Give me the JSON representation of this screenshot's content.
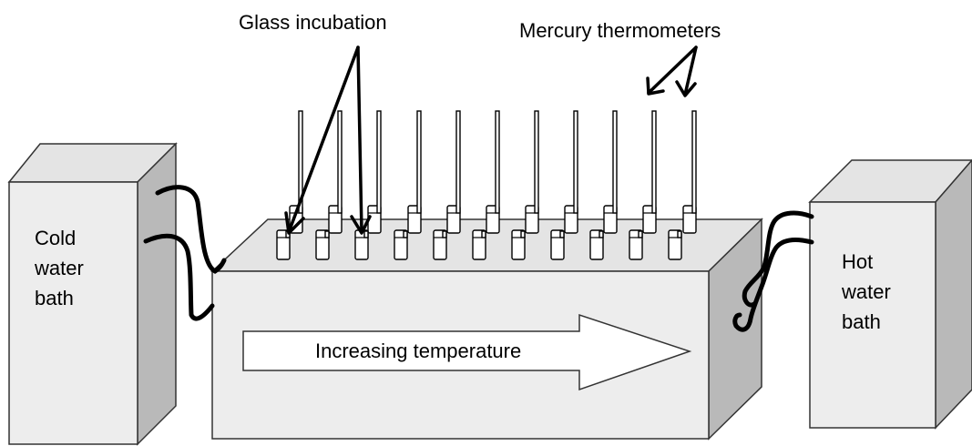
{
  "labels": {
    "glass_incubation": "Glass incubation",
    "mercury_thermometers": "Mercury  thermometers",
    "cold_bath": [
      "Cold",
      "water",
      "bath"
    ],
    "hot_bath": [
      "Hot",
      "water",
      "bath"
    ],
    "increasing_temperature": "Increasing temperature"
  },
  "colors": {
    "box_front": "#ededed",
    "box_top": "#e4e4e4",
    "box_side": "#b9b9b9",
    "outline": "#333333",
    "tube": "#000000",
    "arrow_fill": "#ffffff"
  }
}
